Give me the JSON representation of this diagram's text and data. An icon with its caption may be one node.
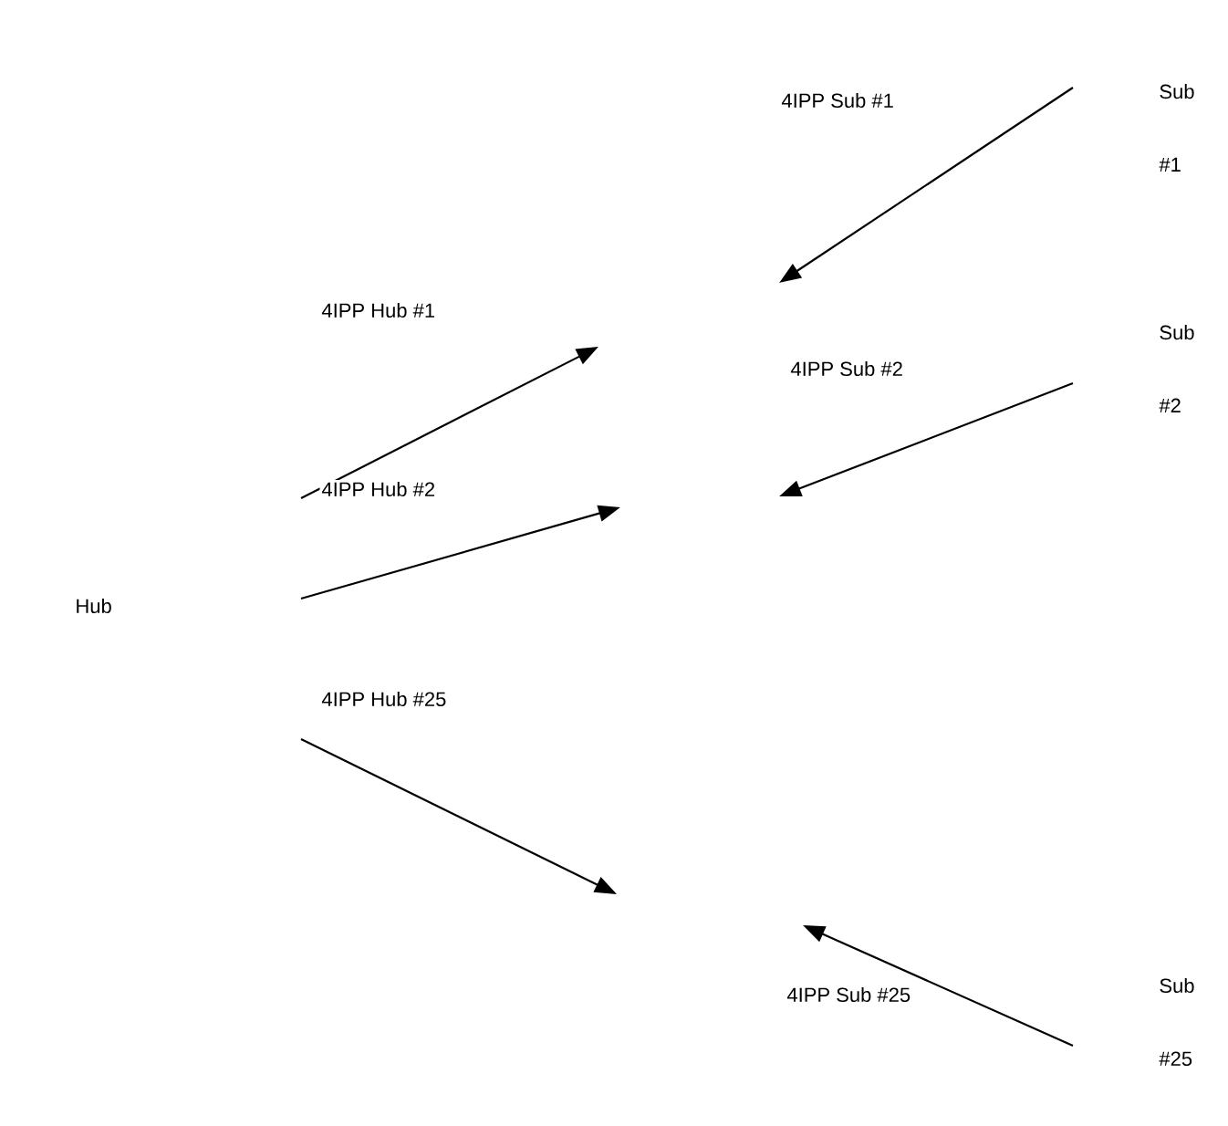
{
  "diagram": {
    "nodes": [
      {
        "text": [
          "Hub"
        ]
      },
      {
        "text": [
          "Sub #1"
        ]
      },
      {
        "text": [
          "Sub #2"
        ]
      },
      {
        "text": [
          "Sub #25"
        ]
      }
    ],
    "labels": [
      "4IPP Sub #1",
      "4IPP Hub #1",
      "4IPP Sub #2",
      "4IPP Hub #2",
      "4IPP Hub #25",
      "4IPP Sub #25"
    ]
  }
}
